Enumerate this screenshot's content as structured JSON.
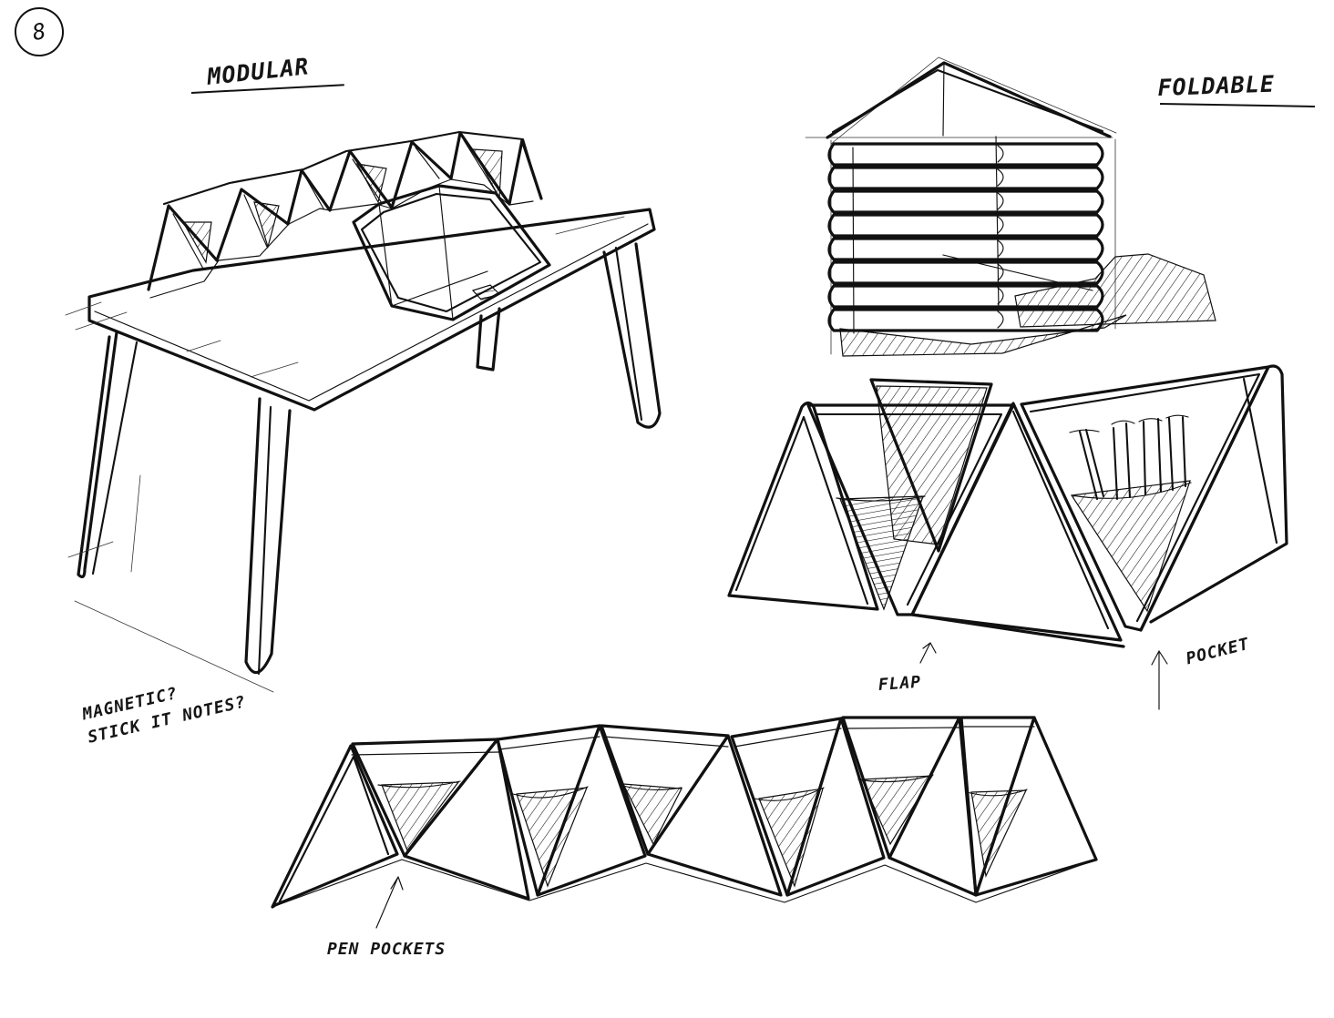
{
  "sheet": {
    "page_number": "8",
    "labels": {
      "modular": "MODULAR",
      "foldable": "FOLDABLE",
      "magnetic_line1": "MAGNETIC?",
      "magnetic_line2": "STICK IT NOTES?",
      "flap": "FLAP",
      "pocket": "POCKET",
      "pen_pockets": "PEN POCKETS"
    }
  }
}
